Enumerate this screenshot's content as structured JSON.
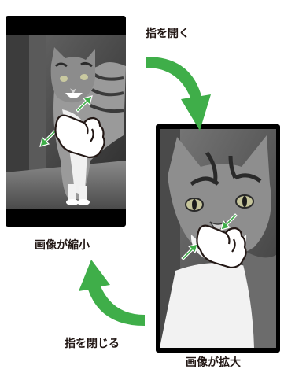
{
  "labels": {
    "spread": "指を開く",
    "zoom_in": "画像が拡大",
    "zoom_out": "画像が縮小",
    "pinch": "指を閉じる"
  },
  "colors": {
    "flow_arrow": "#3fae49",
    "gesture_arrow": "#3fae49",
    "frame": "#000000",
    "text": "#231815"
  },
  "icons": {
    "spread_arrow": "curved-arrow-down-right",
    "pinch_arrow": "curved-arrow-up-left",
    "hand": "pointing-hand-icon"
  }
}
